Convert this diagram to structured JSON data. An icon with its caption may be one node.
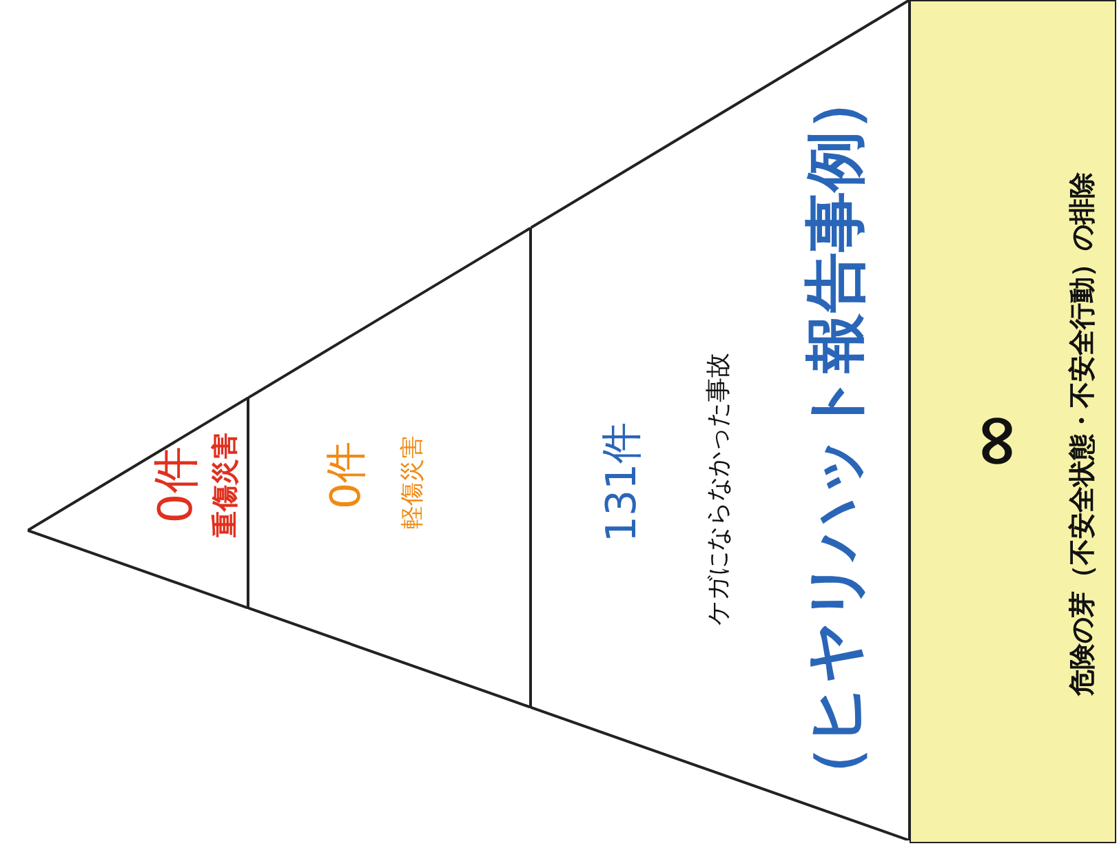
{
  "diagram": {
    "nodes": [
      {
        "text": [
          "0件",
          "重傷災害"
        ]
      },
      {
        "text": [
          "0件",
          "軽傷災害"
        ]
      },
      {
        "text": [
          "131件",
          "ケガにならなかった事故",
          "（ヒヤリハット報告事例）"
        ]
      },
      {
        "text": [
          "∞",
          "危険の芽（不安全状態・不安全行動）の排除"
        ]
      }
    ]
  }
}
